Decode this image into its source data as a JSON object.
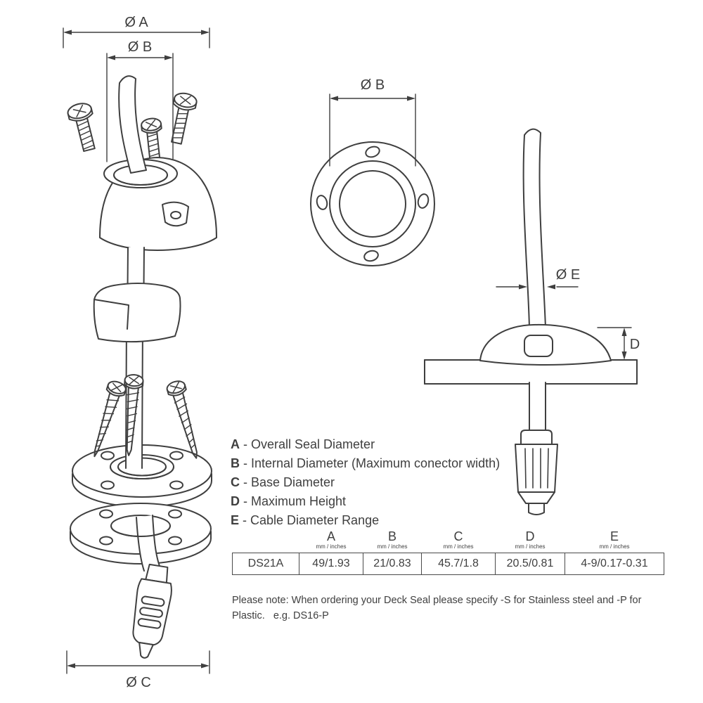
{
  "drawing": {
    "labels": {
      "dia_a": "Ø A",
      "dia_b_exploded": "Ø B",
      "dia_b_top_view": "Ø B",
      "dia_c": "Ø C",
      "dia_e": "Ø E",
      "height_d": "D"
    }
  },
  "legend": {
    "items": [
      {
        "letter": "A",
        "text": "- Overall Seal Diameter"
      },
      {
        "letter": "B",
        "text": "- Internal Diameter (Maximum conector width)"
      },
      {
        "letter": "C",
        "text": "- Base Diameter"
      },
      {
        "letter": "D",
        "text": "- Maximum Height"
      },
      {
        "letter": "E",
        "text": "- Cable Diameter Range"
      }
    ]
  },
  "table": {
    "model": "DS21A",
    "unit_label": "mm / inches",
    "columns": [
      {
        "letter": "A",
        "value": "49/1.93"
      },
      {
        "letter": "B",
        "value": "21/0.83"
      },
      {
        "letter": "C",
        "value": "45.7/1.8"
      },
      {
        "letter": "D",
        "value": "20.5/0.81"
      },
      {
        "letter": "E",
        "value": "4-9/0.17-0.31"
      }
    ]
  },
  "note": {
    "line1": "Please note: When ordering your Deck Seal please specify -S for Stainless steel and -P for",
    "line2": "Plastic.   e.g. DS16-P"
  }
}
